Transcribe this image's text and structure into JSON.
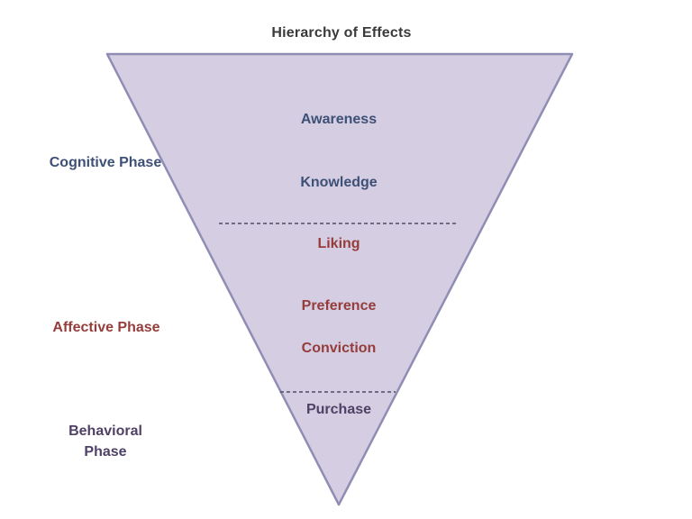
{
  "title": "Hierarchy of Effects",
  "funnel": {
    "stages": [
      {
        "label": "Awareness",
        "phase": "cognitive"
      },
      {
        "label": "Knowledge",
        "phase": "cognitive"
      },
      {
        "label": "Liking",
        "phase": "affective"
      },
      {
        "label": "Preference",
        "phase": "affective"
      },
      {
        "label": "Conviction",
        "phase": "affective"
      },
      {
        "label": "Purchase",
        "phase": "behavioral"
      }
    ],
    "phases": [
      {
        "label": "Cognitive Phase"
      },
      {
        "label": "Affective Phase"
      },
      {
        "label": "Behavioral Phase"
      }
    ],
    "dividers": [
      {
        "between": "Knowledge / Liking"
      },
      {
        "between": "Conviction / Purchase"
      }
    ]
  },
  "colors": {
    "triangle_fill": "#d5cde2",
    "triangle_border": "#908db4",
    "cognitive_text": "#3d5076",
    "affective_text": "#953d3b",
    "behavioral_text": "#4f4166",
    "title_text": "#3a3a3a",
    "divider_line": "#4f4d68",
    "background": "#ffffff"
  }
}
